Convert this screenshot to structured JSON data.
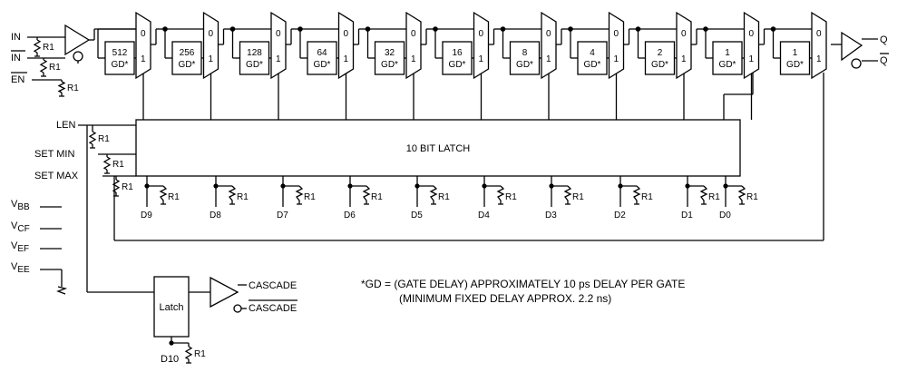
{
  "inputs": {
    "in": "IN",
    "in_bar": "IN",
    "en_bar": "EN",
    "len": "LEN",
    "set_min": "SET MIN",
    "set_max": "SET MAX"
  },
  "outputs": {
    "q": "Q",
    "q_bar": "Q",
    "cascade": "CASCADE",
    "cascade_bar": "CASCADE"
  },
  "resistor_label": "R1",
  "delay_blocks": [
    {
      "count": "512",
      "unit": "GD*"
    },
    {
      "count": "256",
      "unit": "GD*"
    },
    {
      "count": "128",
      "unit": "GD*"
    },
    {
      "count": "64",
      "unit": "GD*"
    },
    {
      "count": "32",
      "unit": "GD*"
    },
    {
      "count": "16",
      "unit": "GD*"
    },
    {
      "count": "8",
      "unit": "GD*"
    },
    {
      "count": "4",
      "unit": "GD*"
    },
    {
      "count": "2",
      "unit": "GD*"
    },
    {
      "count": "1",
      "unit": "GD*"
    },
    {
      "count": "1",
      "unit": "GD*"
    }
  ],
  "mux": {
    "sel0": "0",
    "sel1": "1"
  },
  "latch_label": "10 BIT LATCH",
  "small_latch_label": "Latch",
  "data_pins": [
    "D9",
    "D8",
    "D7",
    "D6",
    "D5",
    "D4",
    "D3",
    "D2",
    "D1",
    "D0"
  ],
  "d10_label": "D10",
  "supplies": [
    {
      "base": "V",
      "sub": "BB"
    },
    {
      "base": "V",
      "sub": "CF"
    },
    {
      "base": "V",
      "sub": "EF"
    },
    {
      "base": "V",
      "sub": "EE"
    }
  ],
  "notes": {
    "line1": "*GD = (GATE DELAY) APPROXIMATELY 10 ps DELAY PER GATE",
    "line2": "(MINIMUM FIXED DELAY APPROX. 2.2 ns)"
  }
}
